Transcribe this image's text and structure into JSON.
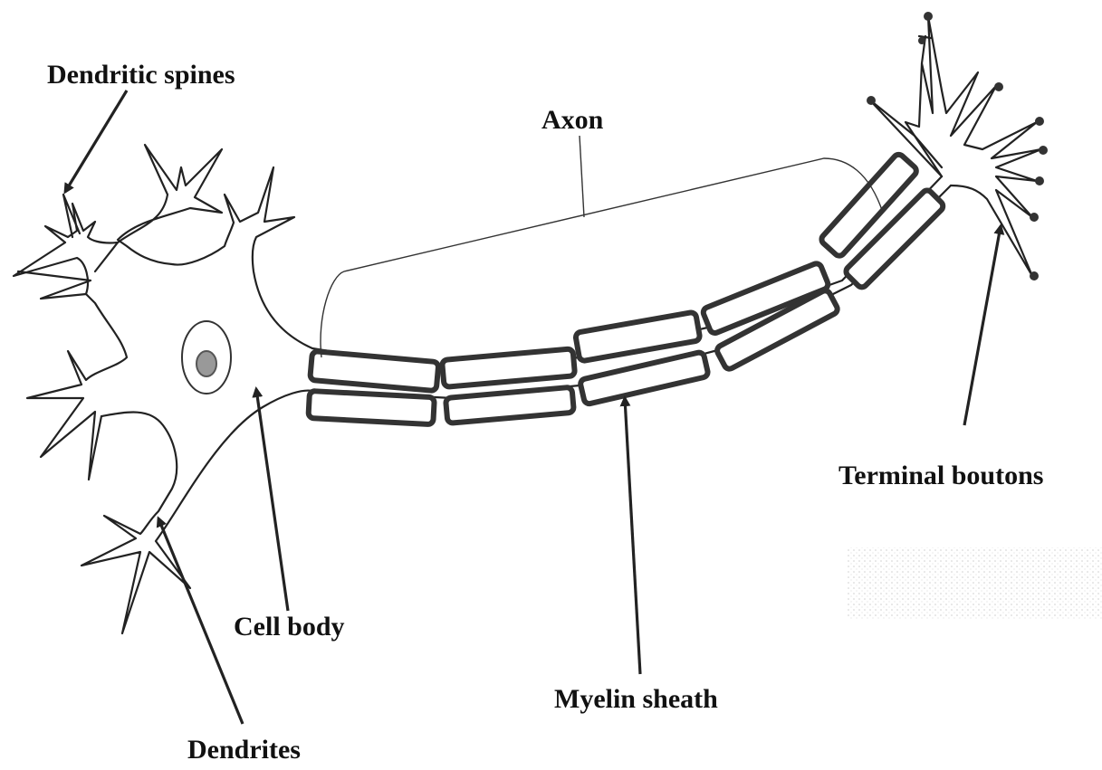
{
  "labels": {
    "dendritic_spines": "Dendritic spines",
    "axon": "Axon",
    "terminal_boutons": "Terminal boutons",
    "cell_body": "Cell body",
    "myelin_sheath": "Myelin sheath",
    "dendrites": "Dendrites"
  }
}
